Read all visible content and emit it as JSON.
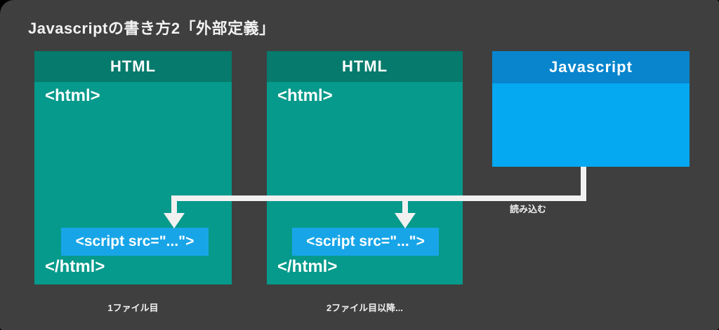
{
  "title": "Javascriptの書き方2「外部定義」",
  "boxes": {
    "html1": {
      "header": "HTML",
      "open_tag": "<html>",
      "script_tag": "<script src=\"...\">",
      "close_tag": "</html>",
      "caption": "1ファイル目"
    },
    "html2": {
      "header": "HTML",
      "open_tag": "<html>",
      "script_tag": "<script src=\"...\">",
      "close_tag": "</html>",
      "caption": "2ファイル目以降..."
    },
    "javascript": {
      "header": "Javascript"
    }
  },
  "connector": {
    "label": "読み込む"
  },
  "colors": {
    "background": "#3f3f3f",
    "teal_header": "#067a6c",
    "teal_body": "#059a8b",
    "blue_header": "#0885cd",
    "blue_body": "#04a9f1",
    "script_box_blue": "#18a5e8",
    "connector_white": "#f1f1f1",
    "text_white": "#ffffff"
  }
}
